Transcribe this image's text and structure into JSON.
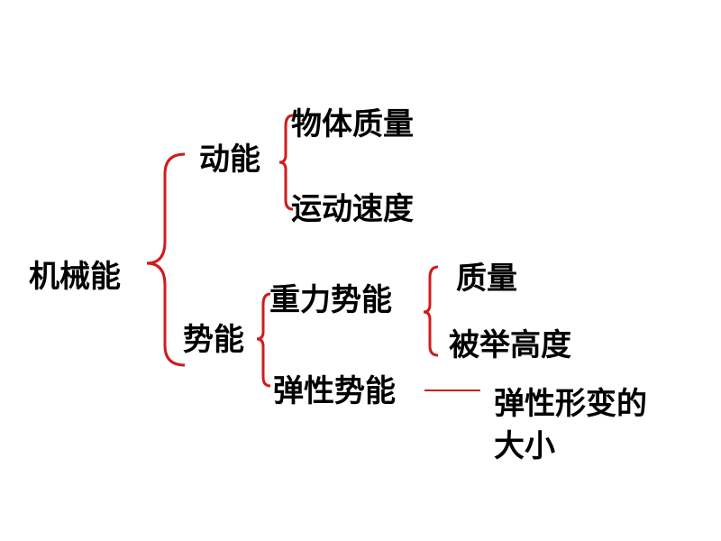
{
  "diagram": {
    "root": "机械能",
    "kinetic": {
      "label": "动能",
      "factors": [
        "物体质量",
        "运动速度"
      ]
    },
    "potential": {
      "label": "势能",
      "gravitational": {
        "label": "重力势能",
        "factors": [
          "质量",
          "被举高度"
        ]
      },
      "elastic": {
        "label": "弹性势能",
        "factor_line1": "弹性形变的",
        "factor_line2": "大小"
      }
    }
  },
  "colors": {
    "bracket": "#d01c1c",
    "text": "#000000",
    "background": "#ffffff"
  }
}
